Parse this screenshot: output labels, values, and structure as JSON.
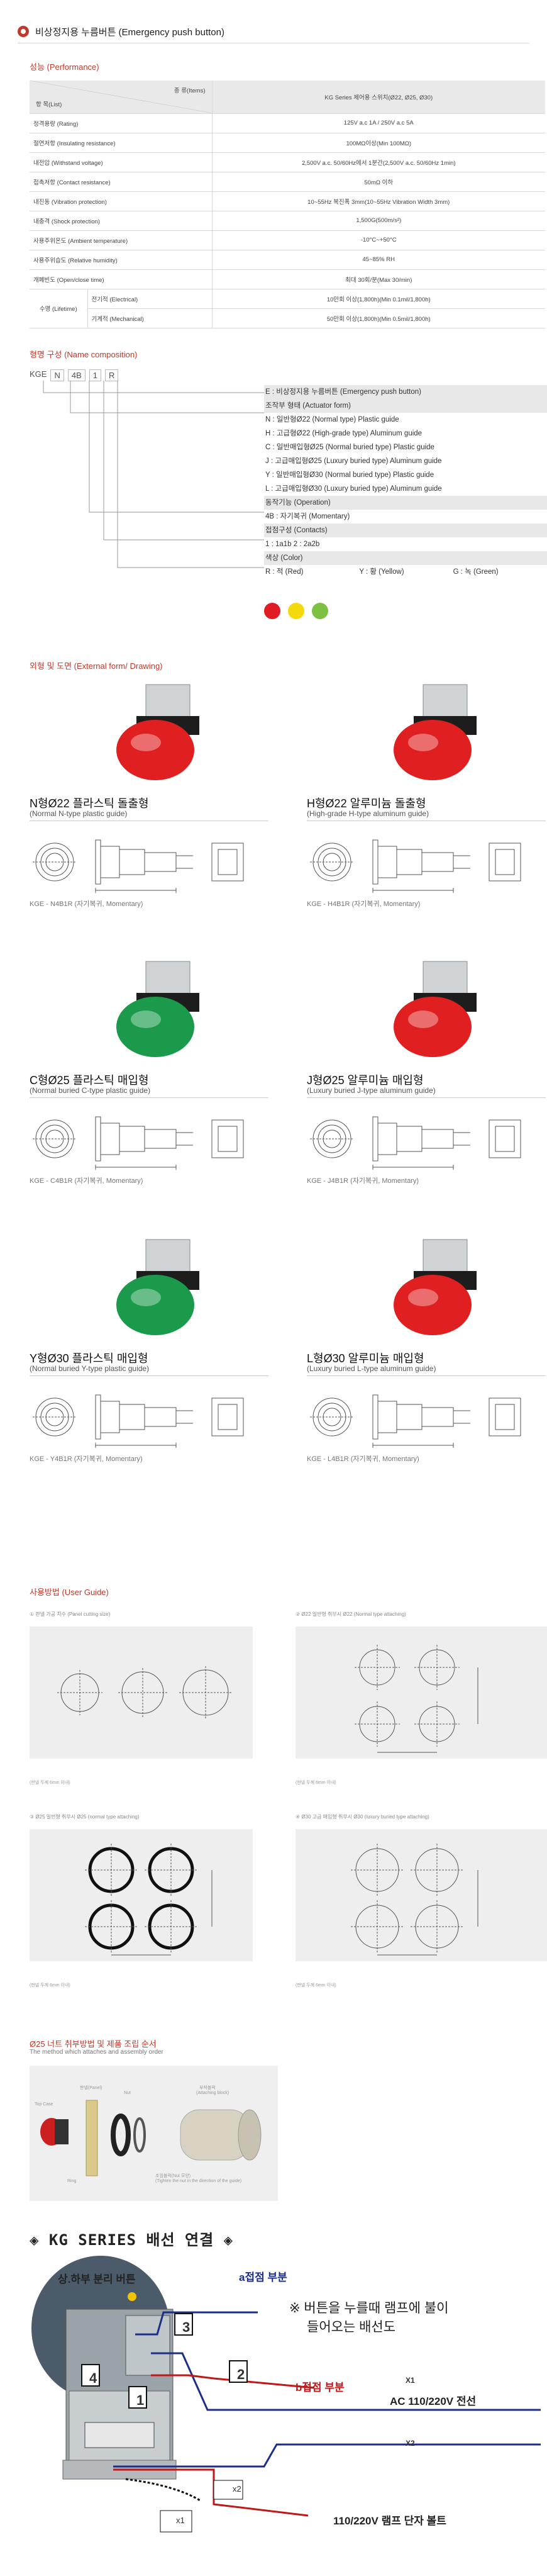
{
  "header": {
    "title": "비상정지용 누름버튼 (Emergency push button)"
  },
  "performance": {
    "title": "성능 (Performance)",
    "head_item": "종 류(Items)",
    "head_list": "항 목(List)",
    "head_value": "KG Series 제어용 스위치(Ø22, Ø25, Ø30)",
    "rows": [
      {
        "label": "정격용량 (Rating)",
        "value": "125V a.c 1A / 250V a.c 5A"
      },
      {
        "label": "절연저항 (Insulating resistance)",
        "value": "100MΩ이상(Min 100MΩ)"
      },
      {
        "label": "내전압 (Withstand voltage)",
        "value": "2,500V a.c. 50/60Hz에서 1분간(2,500V a.c. 50/60Hz 1min)"
      },
      {
        "label": "접촉저항 (Contact resistance)",
        "value": "50mΩ 이하"
      },
      {
        "label": "내진동 (Vibration protection)",
        "value": "10~55Hz 복진폭 3mm(10~55Hz Vibration Width 3mm)"
      },
      {
        "label": "내충격 (Shock protection)",
        "value": "1,500G(500m/s²)"
      },
      {
        "label": "사용주위온도 (Ambient temperature)",
        "value": "-10°C~+50°C"
      },
      {
        "label": "사용주위습도 (Relative humidity)",
        "value": "45~85% RH"
      },
      {
        "label": "개폐빈도 (Open/close time)",
        "value": "최대 30회/분(Max 30/min)"
      }
    ],
    "life_label": "수명 (Lifetime)",
    "life_rows": [
      {
        "label": "전기적 (Electrical)",
        "value": "10만회 이상(1,800h)(Min 0.1mil/1,800h)"
      },
      {
        "label": "기계적 (Mechanical)",
        "value": "50만회 이상(1,800h)(Min 0.5mil/1,800h)"
      }
    ]
  },
  "composition": {
    "title": "형명 구성 (Name composition)",
    "codes": [
      "KGE",
      "N",
      "4B",
      "1",
      "R"
    ],
    "lines": [
      {
        "text": "E : 비상정지용 누름버튼 (Emergency push button)",
        "band": true
      },
      {
        "text": "조작부 형태 (Actuator form)",
        "band": true
      },
      {
        "text": "N : 일반형Ø22 (Normal type) Plastic guide",
        "band": false
      },
      {
        "text": "H : 고급형Ø22 (High-grade type) Aluminum guide",
        "band": false
      },
      {
        "text": "C : 일반매입형Ø25 (Normal buried type) Plastic guide",
        "band": false
      },
      {
        "text": "J : 고급매입형Ø25 (Luxury buried type) Aluminum guide",
        "band": false
      },
      {
        "text": "Y : 일반매입형Ø30 (Normal buried type) Plastic guide",
        "band": false
      },
      {
        "text": "L : 고급매입형Ø30 (Luxury buried type) Aluminum guide",
        "band": false
      },
      {
        "text": "동작기능 (Operation)",
        "band": true
      },
      {
        "text": "4B : 자기복귀 (Momentary)",
        "band": false
      },
      {
        "text": "접점구성 (Contacts)",
        "band": true
      },
      {
        "text": "1 : 1a1b                          2 : 2a2b",
        "band": false
      },
      {
        "text": "색상 (Color)",
        "band": true
      }
    ],
    "colors": [
      {
        "text": "R : 적 (Red)"
      },
      {
        "text": "Y : 황 (Yellow)"
      },
      {
        "text": "G : 녹 (Green)"
      }
    ],
    "dot_colors": [
      "#e11b22",
      "#f5d90a",
      "#7cc142"
    ]
  },
  "drawings": {
    "title": "외형 및 도면 (External form/ Drawing)",
    "items": [
      {
        "title": "N형Ø22 플라스틱 돌출형",
        "sub": "(Normal N-type plastic guide)",
        "model": "KGE - N4B1R (자기복귀, Momentary)",
        "color": "#e02020"
      },
      {
        "title": "H형Ø22 알루미늄 돌출형",
        "sub": "(High-grade H-type aluminum guide)",
        "model": "KGE - H4B1R (자기복귀, Momentary)",
        "color": "#e02020"
      },
      {
        "title": "C형Ø25 플라스틱 매입형",
        "sub": "(Normal buried C-type plastic guide)",
        "model": "KGE - C4B1R (자기복귀, Momentary)",
        "color": "#1a9a4a"
      },
      {
        "title": "J형Ø25 알루미늄 매입형",
        "sub": "(Luxury buried J-type aluminum guide)",
        "model": "KGE - J4B1R (자기복귀, Momentary)",
        "color": "#e02020"
      },
      {
        "title": "Y형Ø30 플라스틱 매입형",
        "sub": "(Normal buried Y-type plastic guide)",
        "model": "KGE - Y4B1R (자기복귀, Momentary)",
        "color": "#1a9a4a"
      },
      {
        "title": "L형Ø30 알루미늄 매입형",
        "sub": "(Luxury buried L-type aluminum guide)",
        "model": "KGE - L4B1R (자기복귀, Momentary)",
        "color": "#e02020"
      }
    ]
  },
  "guide": {
    "title": "사용방법 (User Guide)",
    "captions": [
      "① 판넬 가공 치수 (Panel cutting size)",
      "② Ø22 일반형 취부시 Ø22 (Normal type attaching)",
      "③ Ø25 일반형 취부시 Ø25 (normal type attaching)",
      "④ Ø30 고급 매입형 취부시 Ø30 (luxury buried type attaching)"
    ],
    "notes": [
      "(판넬 두께 6mm 이내)",
      "(판넬 두께 6mm 이내)",
      "(판넬 두께 6mm 이내)",
      "(판넬 두께 6mm 이내)"
    ]
  },
  "assembly": {
    "title": "Ø25 너트 취부방법 및 제품 조립 순서",
    "sub": "The method which attaches and assembly order",
    "labels": [
      "Top Case",
      "판넬(Panel)",
      "Nut",
      "부착블럭",
      "(Attaching block)",
      "Ring",
      "조임블럭(Nut 모양)",
      "(Tighten the nut in the direction of the guide)"
    ]
  },
  "wiring": {
    "title": "◈ KG SERIES 배선 연결 ◈",
    "note_line1": "※ 버튼을 누를때 램프에 불이",
    "note_line2": "들어오는 배선도",
    "labels": {
      "top_bottom": "상.하부 분리 버튼",
      "a_contact": "a접점 부분",
      "b_contact": "b접점 부분",
      "ac_line": "AC 110/220V 전선",
      "terminal": "110/220V 램프 단자 볼트",
      "n1": "1",
      "n2": "2",
      "n3": "3",
      "n4": "4",
      "x1": "X1",
      "x2": "X2",
      "x2b": "x2",
      "x1b": "x1"
    }
  }
}
